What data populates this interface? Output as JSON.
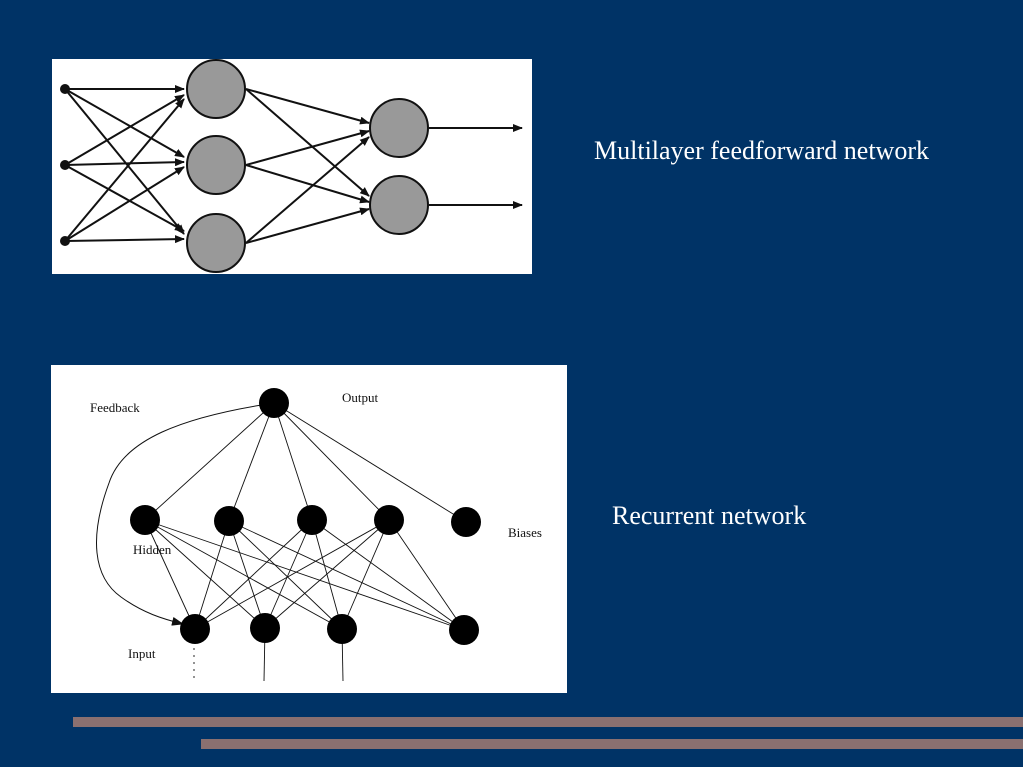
{
  "slide": {
    "background_color": "#003366",
    "stripe_color": "#8a7070"
  },
  "feedforward": {
    "caption": "Multilayer feedforward network",
    "node_color": "#999999",
    "layers": {
      "input": 3,
      "hidden": 3,
      "output": 2
    }
  },
  "recurrent": {
    "caption": "Recurrent network",
    "labels": {
      "feedback": "Feedback",
      "output": "Output",
      "hidden": "Hidden",
      "biases": "Biases",
      "input": "Input"
    }
  }
}
